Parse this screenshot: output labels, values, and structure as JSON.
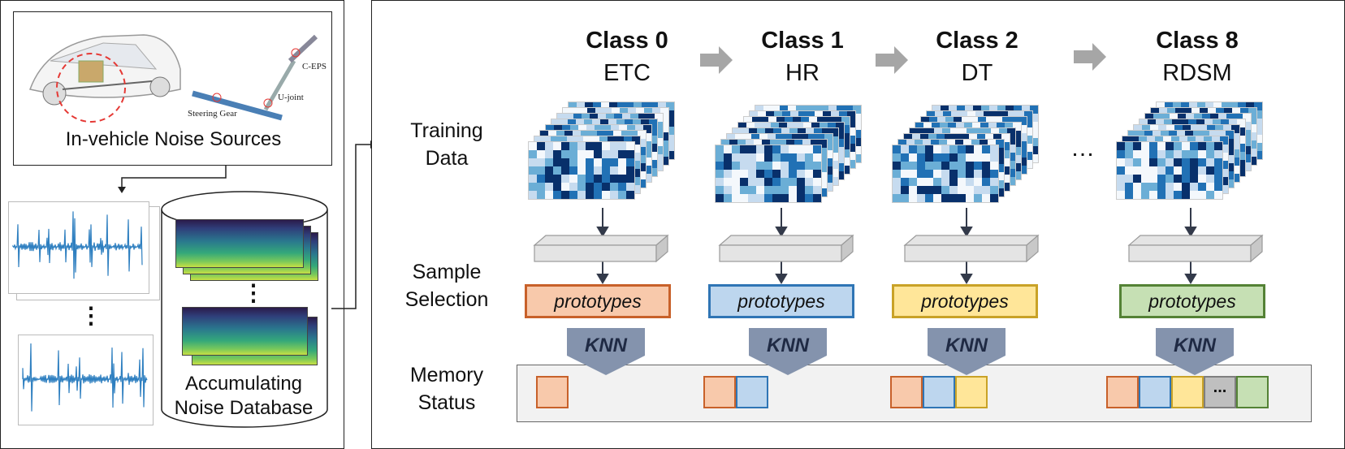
{
  "left": {
    "noise_sources_caption": "In-vehicle Noise Sources",
    "car_part_labels": [
      "C-EPS",
      "U-joint",
      "Steering Gear"
    ],
    "database_caption_line1": "Accumulating",
    "database_caption_line2": "Noise Database",
    "ellipsis": "⋮"
  },
  "row_labels": {
    "training_line1": "Training",
    "training_line2": "Data",
    "sample_line1": "Sample",
    "sample_line2": "Selection",
    "memory_line1": "Memory",
    "memory_line2": "Status"
  },
  "classes": [
    {
      "num": "Class 0",
      "abbr": "ETC",
      "color": "#f8c9ab",
      "border": "#c8612a"
    },
    {
      "num": "Class 1",
      "abbr": "HR",
      "color": "#bdd6ee",
      "border": "#2f75b5"
    },
    {
      "num": "Class 2",
      "abbr": "DT",
      "color": "#ffe699",
      "border": "#c9a227"
    },
    {
      "num": "Class 8",
      "abbr": "RDSM",
      "color": "#c6e0b4",
      "border": "#548235"
    }
  ],
  "prototypes_label": "prototypes",
  "knn_label": "KNN",
  "between_ellipsis": "…",
  "memory_extra": {
    "label": "...",
    "color": "#bfbfbf",
    "border": "#7f7f7f"
  }
}
